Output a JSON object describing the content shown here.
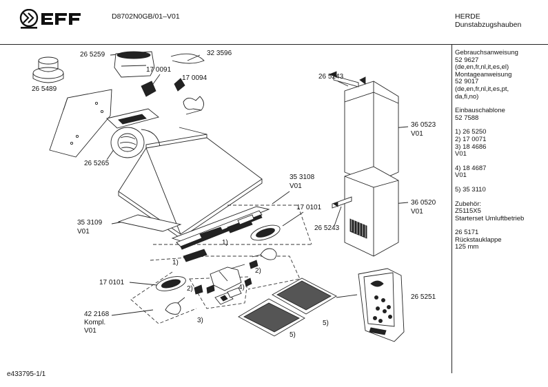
{
  "header": {
    "model_code": "D8702N0GB/01–V01",
    "category": "HERDE",
    "subcategory": "Dunstabzugshauben",
    "brand": "NEFF"
  },
  "callouts": [
    {
      "id": "c1",
      "text": "26 5259"
    },
    {
      "id": "c2",
      "text": "32 3596"
    },
    {
      "id": "c3",
      "text": "17 0091"
    },
    {
      "id": "c4",
      "text": "17 0094"
    },
    {
      "id": "c5",
      "text": "26 5489"
    },
    {
      "id": "c6",
      "text": "26 5265"
    },
    {
      "id": "c7",
      "text": "26 5243"
    },
    {
      "id": "c8",
      "text": "36 0523"
    },
    {
      "id": "c9",
      "text": "V01"
    },
    {
      "id": "c10",
      "text": "35 3108"
    },
    {
      "id": "c11",
      "text": "V01"
    },
    {
      "id": "c12",
      "text": "17 0101"
    },
    {
      "id": "c13",
      "text": "35 3109"
    },
    {
      "id": "c14",
      "text": "V01"
    },
    {
      "id": "c15",
      "text": "1)"
    },
    {
      "id": "c16",
      "text": "1)"
    },
    {
      "id": "c17",
      "text": "2)"
    },
    {
      "id": "c18",
      "text": "26 5243"
    },
    {
      "id": "c19",
      "text": "36 0520"
    },
    {
      "id": "c20",
      "text": "V01"
    },
    {
      "id": "c21",
      "text": "17 0101"
    },
    {
      "id": "c22",
      "text": "2)"
    },
    {
      "id": "c23",
      "text": "4)"
    },
    {
      "id": "c24",
      "text": "3)"
    },
    {
      "id": "c25",
      "text": "42 2168"
    },
    {
      "id": "c26",
      "text": "Kompl."
    },
    {
      "id": "c27",
      "text": "V01"
    },
    {
      "id": "c28",
      "text": "5)"
    },
    {
      "id": "c29",
      "text": "5)"
    },
    {
      "id": "c30",
      "text": "26 5251"
    }
  ],
  "side_panel": {
    "lines": [
      "Gebrauchsanweisung",
      "52 9627",
      "(de,en,fr,nl,it,es,el)",
      "Montageanweisung",
      "52 9017",
      "(de,en,fr,nl,it,es,pt,",
      "da,fi,no)",
      "",
      "Einbauschablone",
      "52 7588",
      "",
      "1)  26 5250",
      "2)  17 0071",
      "3)  18 4686",
      "      V01",
      "",
      "4)  18 4687",
      "      V01",
      "",
      "5)  35 3110",
      "",
      "Zubehör:",
      "Z5115X5",
      "Starterset Umluftbetrieb",
      "",
      "26 5171",
      "Rückstauklappe",
      "125 mm"
    ]
  },
  "footer": {
    "drawing_id": "e433795-1/1"
  }
}
